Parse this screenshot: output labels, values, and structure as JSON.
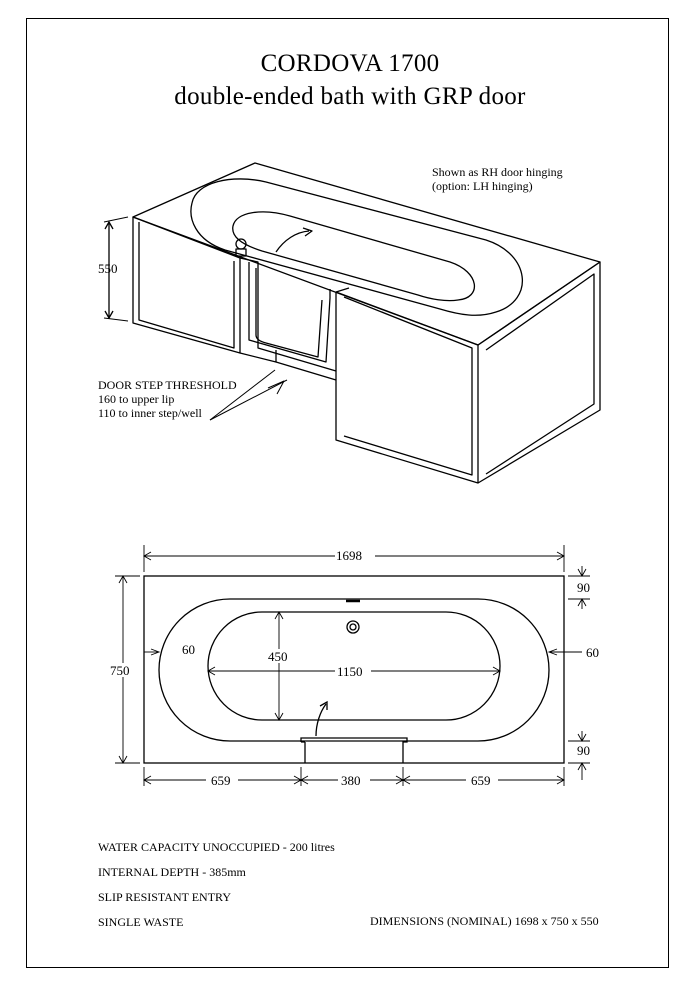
{
  "title": {
    "line1": "CORDOVA 1700",
    "line2": "double-ended bath with GRP door"
  },
  "hinge_note": {
    "line1": "Shown as RH door hinging",
    "line2": "(option: LH hinging)"
  },
  "threshold_note": {
    "heading": "DOOR STEP THRESHOLD",
    "line1": "160 to upper lip",
    "line2": "110 to inner step/well"
  },
  "iso_dims": {
    "height": "550"
  },
  "plan_dims": {
    "overall_length": "1698",
    "overall_width": "750",
    "rim_top": "90",
    "rim_bottom": "90",
    "rim_left": "60",
    "rim_right": "60",
    "well_width": "450",
    "well_length": "1150",
    "side_left": "659",
    "door_width": "380",
    "side_right": "659"
  },
  "specs": {
    "water_capacity": "WATER CAPACITY UNOCCUPIED - 200 litres",
    "internal_depth": "INTERNAL DEPTH - 385mm",
    "slip": "SLIP RESISTANT ENTRY",
    "waste": "SINGLE WASTE"
  },
  "dimensions_note": "DIMENSIONS (NOMINAL)  1698 x 750 x 550"
}
